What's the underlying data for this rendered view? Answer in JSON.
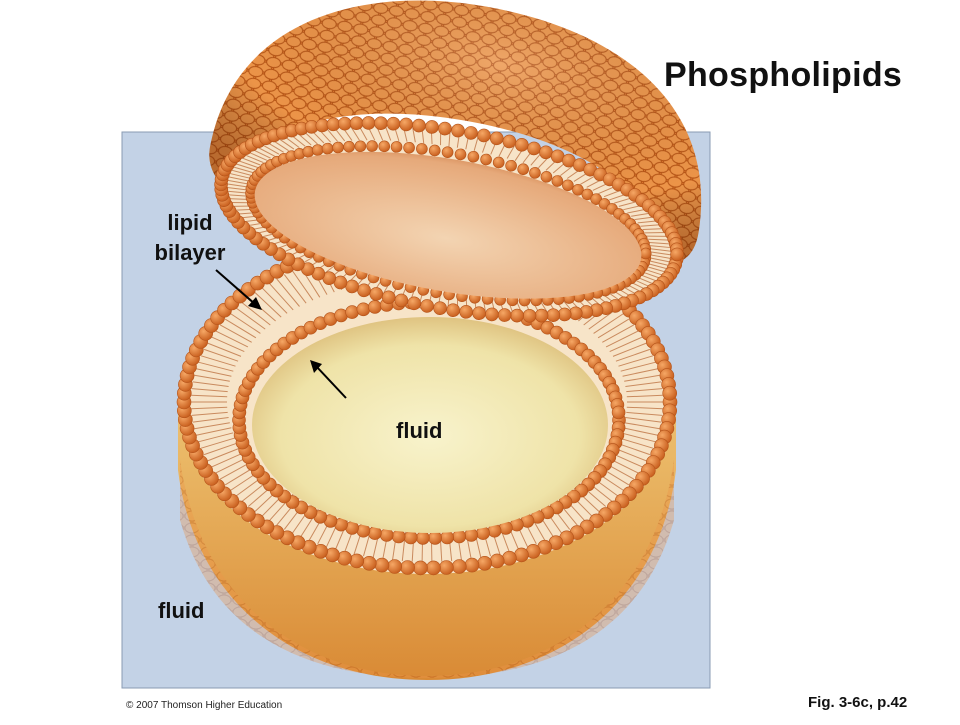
{
  "title": "Phospholipids",
  "labels": {
    "lipid_bilayer_line1": "lipid",
    "lipid_bilayer_line2": "bilayer",
    "fluid_inner": "fluid",
    "fluid_outer": "fluid"
  },
  "footer": {
    "copyright": "© 2007 Thomson Higher Education",
    "figure_ref": "Fig. 3-6c, p.42"
  },
  "colors": {
    "panel": "#c3d2e6",
    "head_orange": "#e0772e",
    "head_dark": "#b4531a",
    "tail": "#f7e4c8",
    "inner_fluid": "#f1e8b4",
    "outer_body": "#e8b55a"
  }
}
